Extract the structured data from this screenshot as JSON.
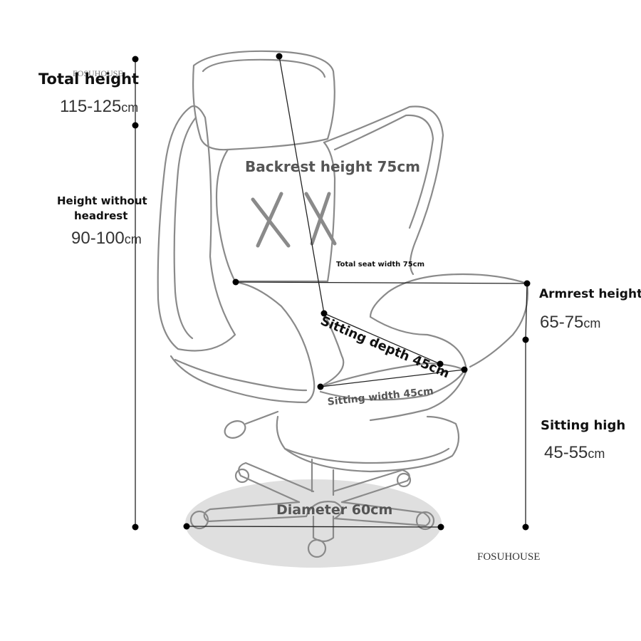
{
  "brand": {
    "watermark_top": "FOSUHOUSE",
    "watermark_bottom": "FOSUHOUSE"
  },
  "dimensions": {
    "total_height": {
      "label": "Total height",
      "value": "115-125",
      "unit": "cm"
    },
    "height_without_headrest": {
      "label_line1": "Height without",
      "label_line2": "headrest",
      "value": "90-100",
      "unit": "cm"
    },
    "backrest_height": {
      "label": "Backrest height 75cm"
    },
    "total_seat_width": {
      "label": "Total seat width 75cm"
    },
    "sitting_depth": {
      "label": "Sitting depth 45cm"
    },
    "sitting_width": {
      "label": "Sitting width 45cm"
    },
    "armrest_height": {
      "label": "Armrest height",
      "value": "65-75",
      "unit": "cm"
    },
    "sitting_high": {
      "label": "Sitting high",
      "value": "45-55",
      "unit": "cm"
    },
    "diameter": {
      "label": "Diameter 60cm"
    }
  },
  "colors": {
    "outline": "#8a8a8a",
    "dimension_line": "#222222",
    "dot": "#000000",
    "base_shadow": "#d6d6d6"
  }
}
